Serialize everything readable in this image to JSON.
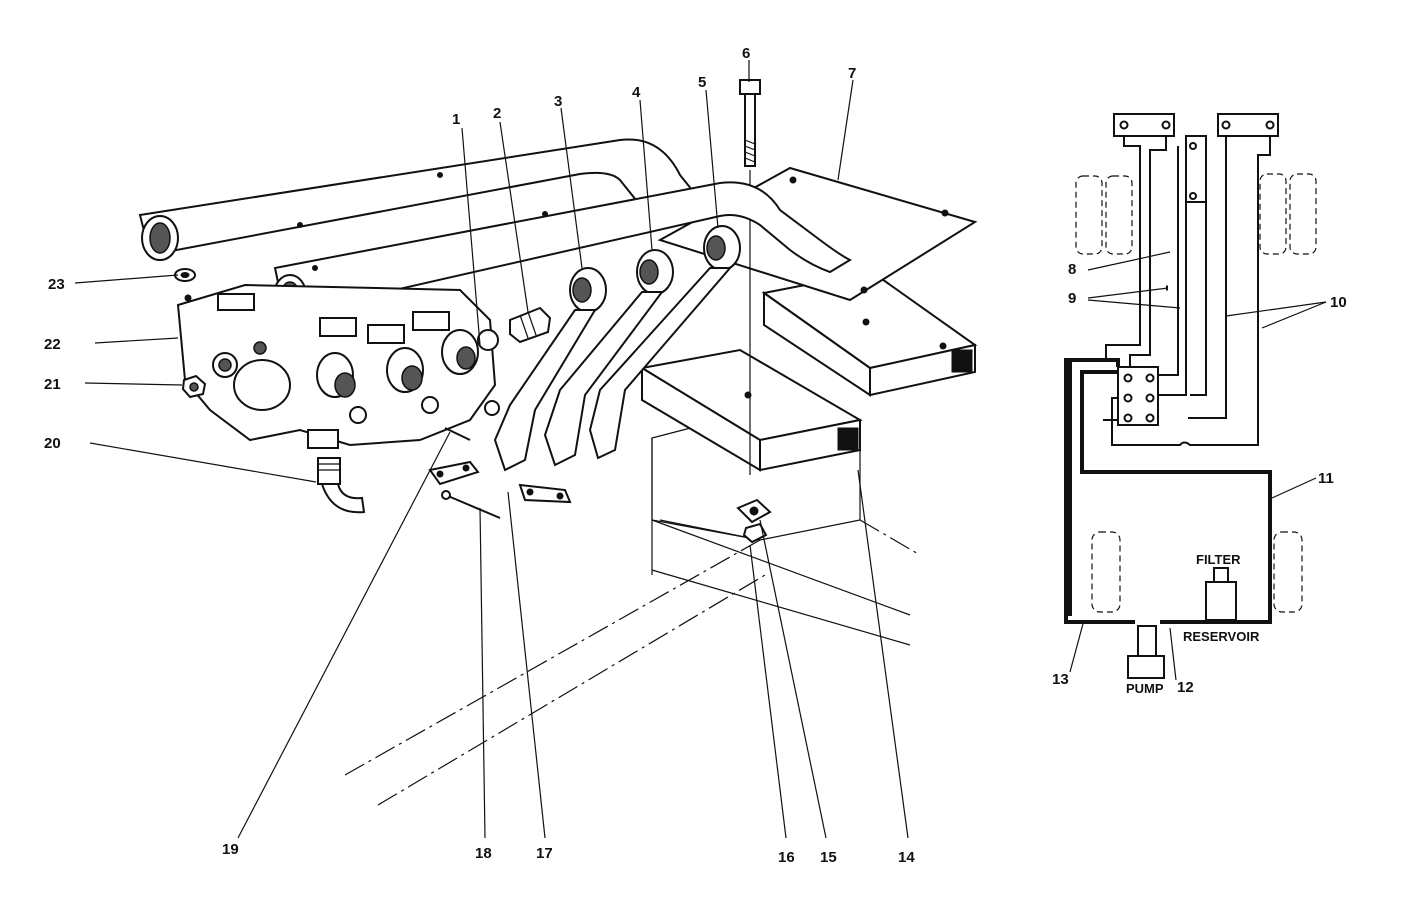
{
  "callouts": {
    "c1": "1",
    "c2": "2",
    "c3": "3",
    "c4": "4",
    "c5": "5",
    "c6": "6",
    "c7": "7",
    "c8": "8",
    "c9": "9",
    "c10": "10",
    "c11": "11",
    "c12": "12",
    "c13": "13",
    "c14": "14",
    "c15": "15",
    "c16": "16",
    "c17": "17",
    "c18": "18",
    "c19": "19",
    "c20": "20",
    "c21": "21",
    "c22": "22",
    "c23": "23"
  },
  "schematic": {
    "filter_label": "FILTER",
    "reservoir_label": "RESERVOIR",
    "pump_label": "PUMP"
  }
}
